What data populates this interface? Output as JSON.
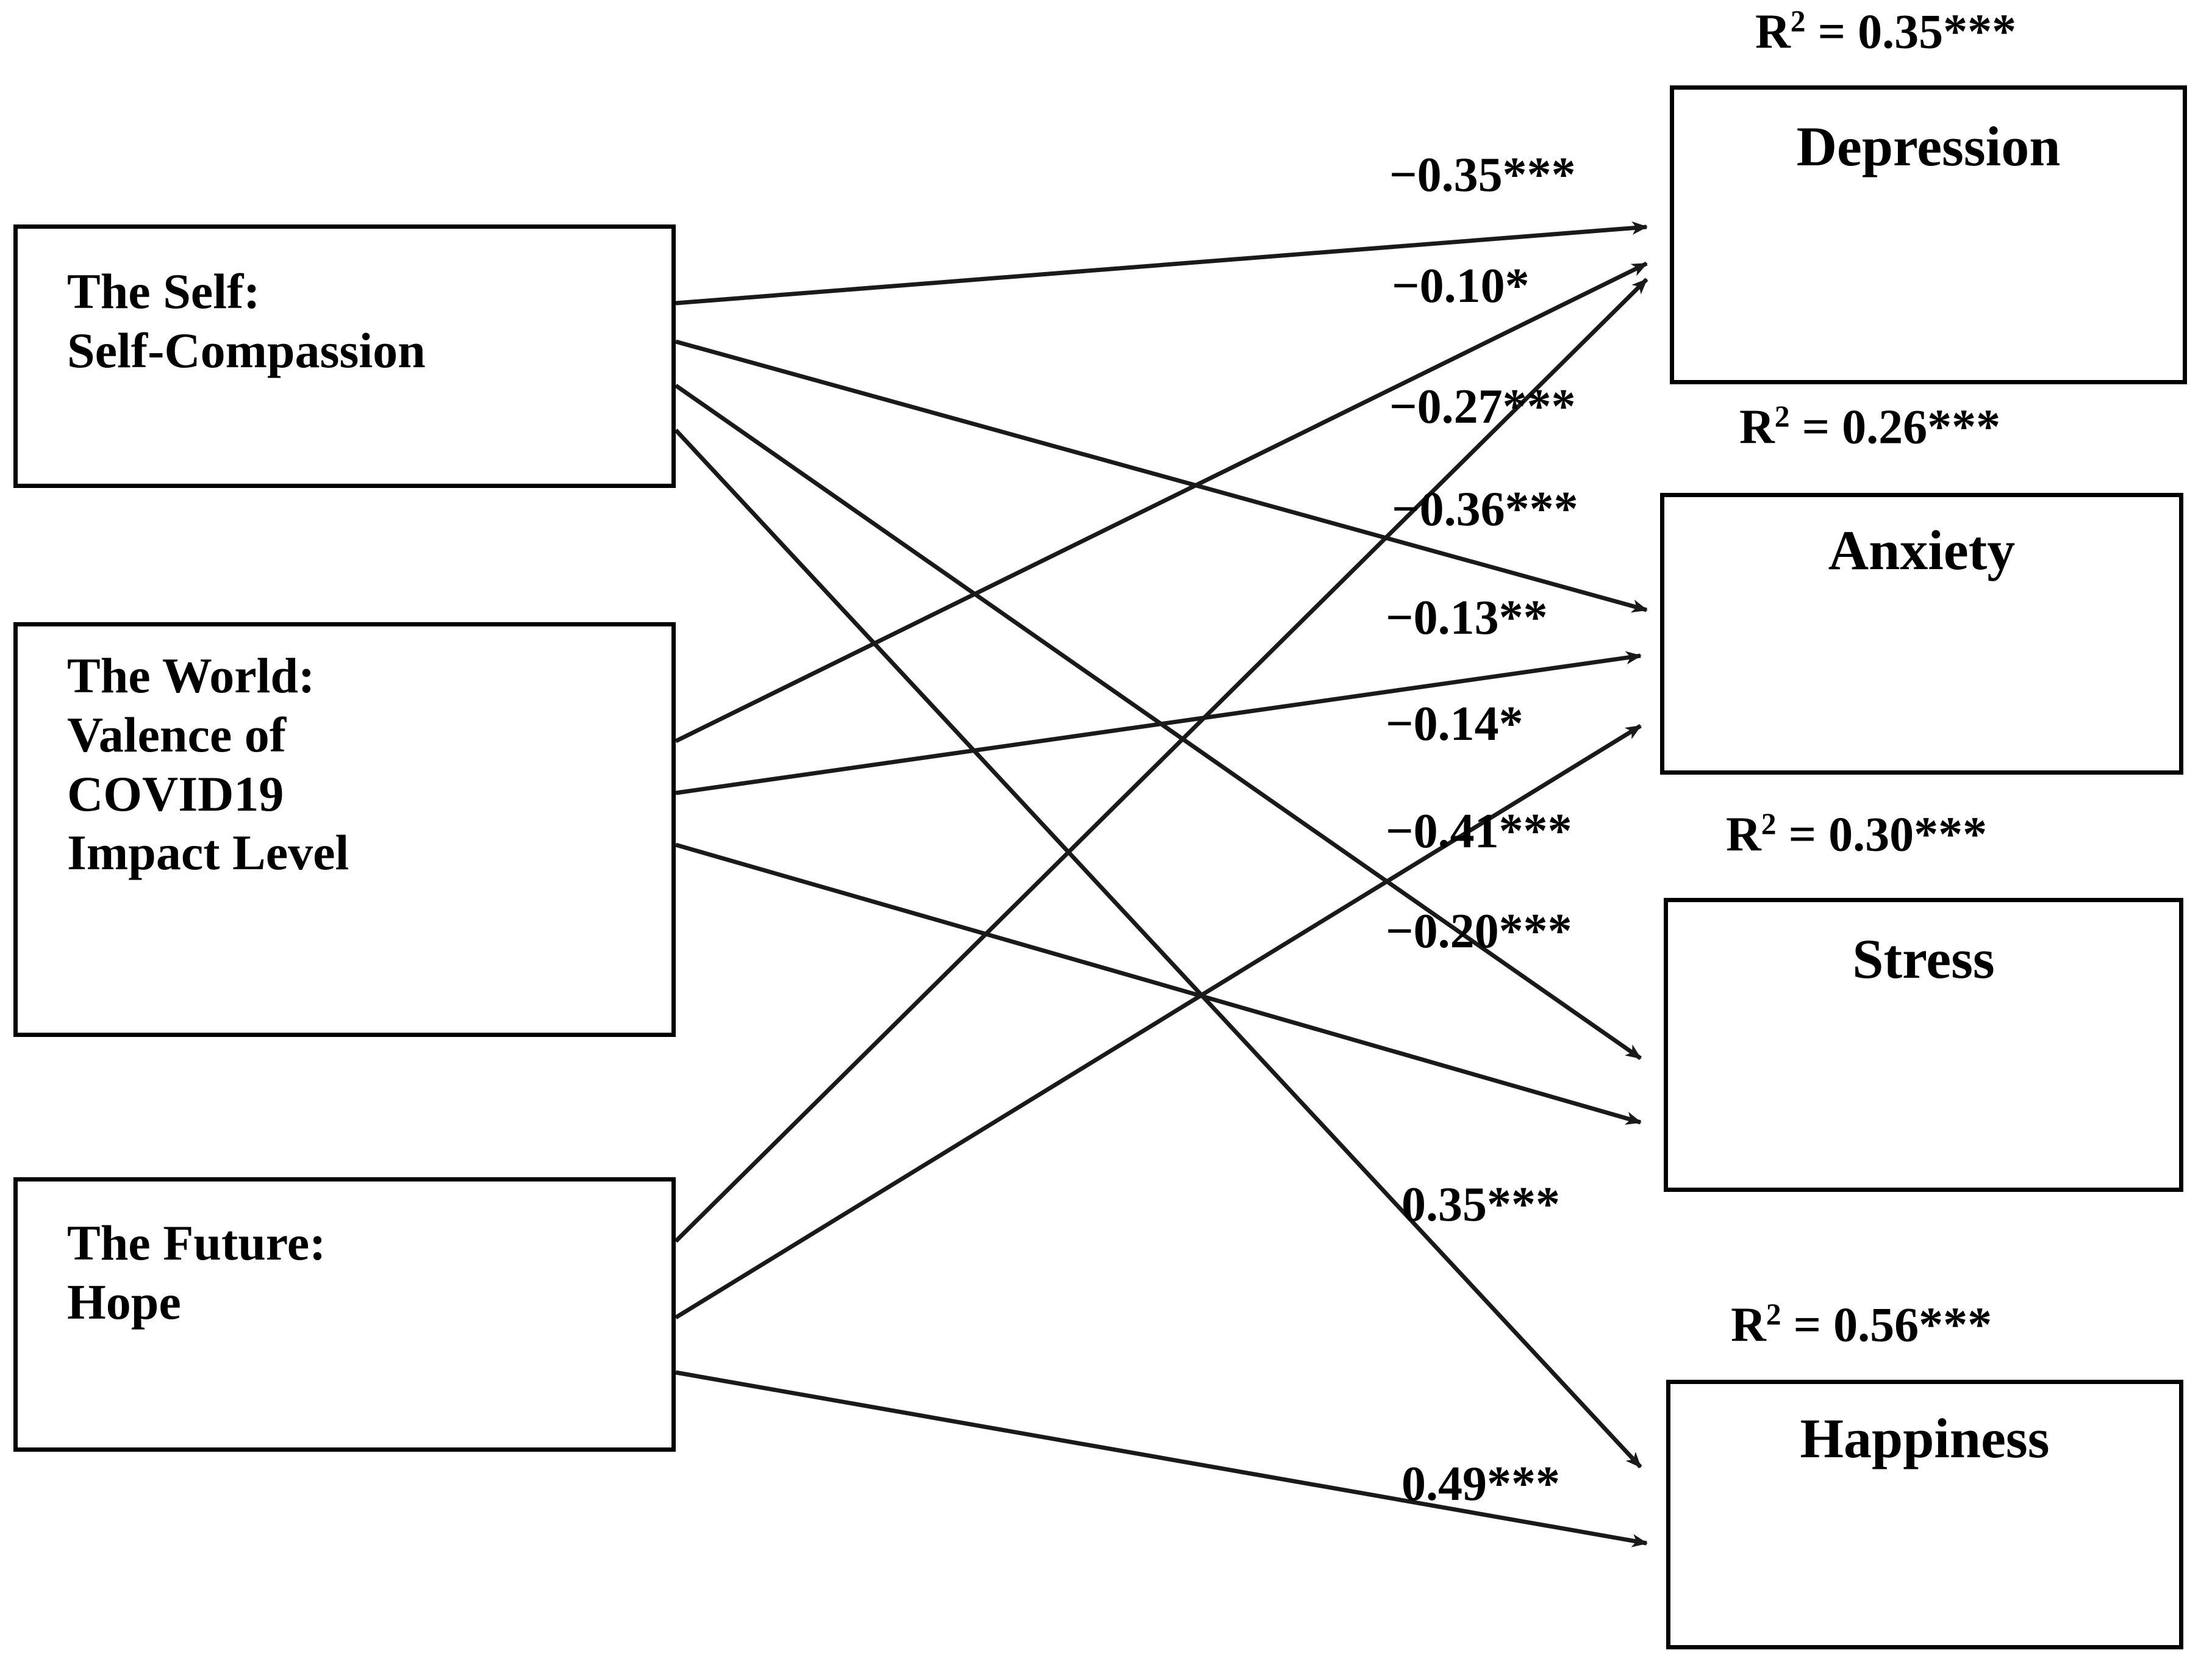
{
  "diagram": {
    "type": "path-diagram",
    "title": "",
    "predictors": [
      {
        "id": "self",
        "label": "The Self:\nSelf-Compassion"
      },
      {
        "id": "world",
        "label": "The World:\nValence of\nCOVID19\nImpact Level"
      },
      {
        "id": "future",
        "label": "The Future:\nHope"
      }
    ],
    "outcomes": [
      {
        "id": "depression",
        "label": "Depression",
        "r2_prefix": "R",
        "r2_exp": "2",
        "r2_text": " = 0.35***",
        "r2_value": 0.35,
        "r2_sig": "***"
      },
      {
        "id": "anxiety",
        "label": "Anxiety",
        "r2_prefix": "R",
        "r2_exp": "2",
        "r2_text": " = 0.26***",
        "r2_value": 0.26,
        "r2_sig": "***"
      },
      {
        "id": "stress",
        "label": "Stress",
        "r2_prefix": "R",
        "r2_exp": "2",
        "r2_text": " = 0.30***",
        "r2_value": 0.3,
        "r2_sig": "***"
      },
      {
        "id": "happiness",
        "label": "Happiness",
        "r2_prefix": "R",
        "r2_exp": "2",
        "r2_text": " = 0.56***",
        "r2_value": 0.56,
        "r2_sig": "***"
      }
    ],
    "paths": [
      {
        "from": "self",
        "to": "depression",
        "label": "−0.35***",
        "coefficient": -0.35,
        "sig": "***"
      },
      {
        "from": "world",
        "to": "depression",
        "label": "−0.10*",
        "coefficient": -0.1,
        "sig": "*"
      },
      {
        "from": "future",
        "to": "depression",
        "label": "−0.27***",
        "coefficient": -0.27,
        "sig": "***"
      },
      {
        "from": "self",
        "to": "anxiety",
        "label": "−0.36***",
        "coefficient": -0.36,
        "sig": "***"
      },
      {
        "from": "world",
        "to": "anxiety",
        "label": "−0.13**",
        "coefficient": -0.13,
        "sig": "**"
      },
      {
        "from": "future",
        "to": "anxiety",
        "label": "−0.14*",
        "coefficient": -0.14,
        "sig": "*"
      },
      {
        "from": "self",
        "to": "stress",
        "label": "−0.41***",
        "coefficient": -0.41,
        "sig": "***"
      },
      {
        "from": "world",
        "to": "stress",
        "label": "−0.20***",
        "coefficient": -0.2,
        "sig": "***"
      },
      {
        "from": "self",
        "to": "happiness",
        "label": "0.35***",
        "coefficient": 0.35,
        "sig": "***"
      },
      {
        "from": "future",
        "to": "happiness",
        "label": "0.49***",
        "coefficient": 0.49,
        "sig": "***"
      }
    ],
    "colors": {
      "stroke": "#000000",
      "fill": "#ffffff",
      "text": "#000000"
    }
  }
}
